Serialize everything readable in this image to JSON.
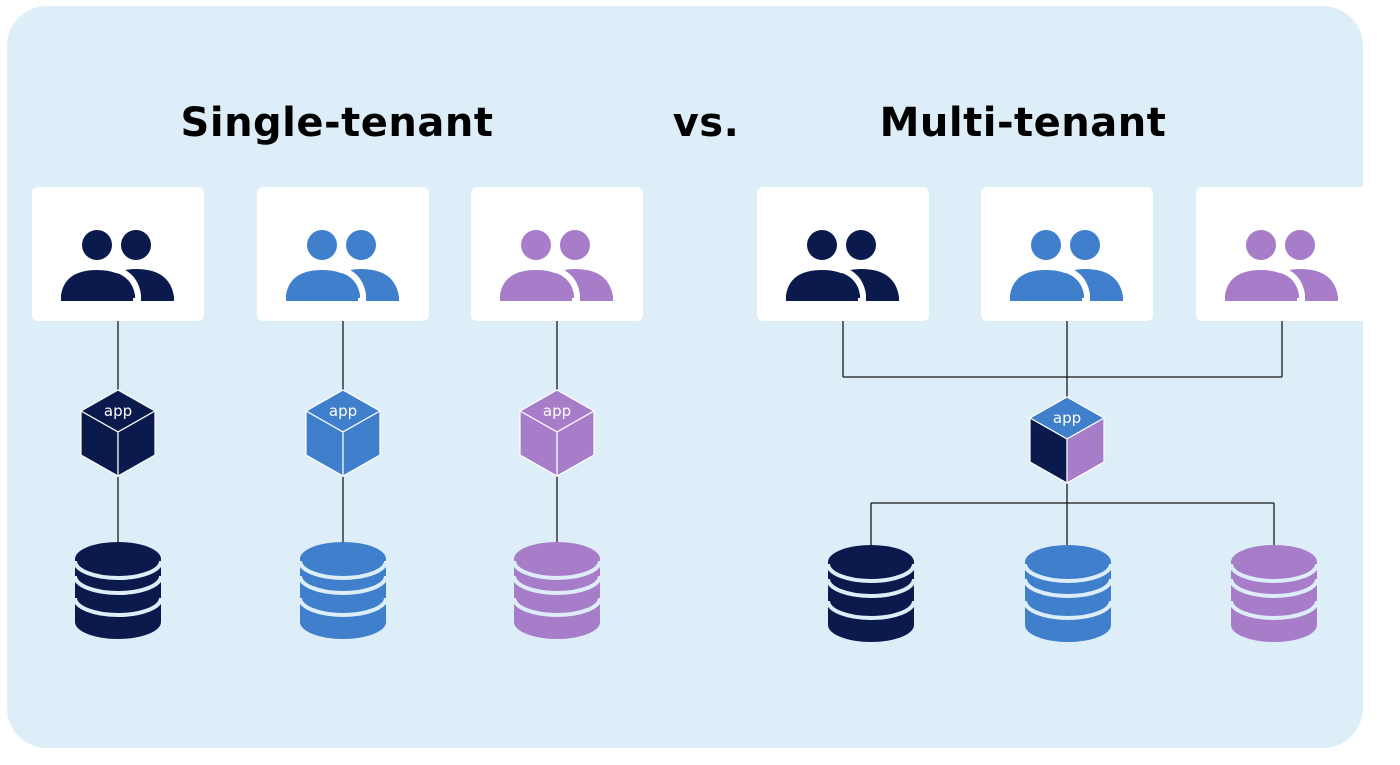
{
  "titles": {
    "single": "Single-tenant",
    "vs": "vs.",
    "multi": "Multi-tenant"
  },
  "app_label": "app",
  "colors": {
    "background": "#ddeef8",
    "navy": "#0b1a4d",
    "blue": "#3f7fcc",
    "purple": "#a77cc9",
    "card": "#ffffff",
    "line": "#1a1a1a"
  },
  "icons": {
    "tenant": "users-group-icon",
    "app": "app-cube-icon",
    "database": "database-icon"
  },
  "single_tenant": {
    "stacks": [
      {
        "color": "navy"
      },
      {
        "color": "blue"
      },
      {
        "color": "purple"
      }
    ]
  },
  "multi_tenant": {
    "tenants": [
      {
        "color": "navy"
      },
      {
        "color": "blue"
      },
      {
        "color": "purple"
      }
    ],
    "shared_app_faces": {
      "top": "blue",
      "left": "navy",
      "right": "purple"
    },
    "databases": [
      {
        "color": "navy"
      },
      {
        "color": "blue"
      },
      {
        "color": "purple"
      }
    ]
  }
}
